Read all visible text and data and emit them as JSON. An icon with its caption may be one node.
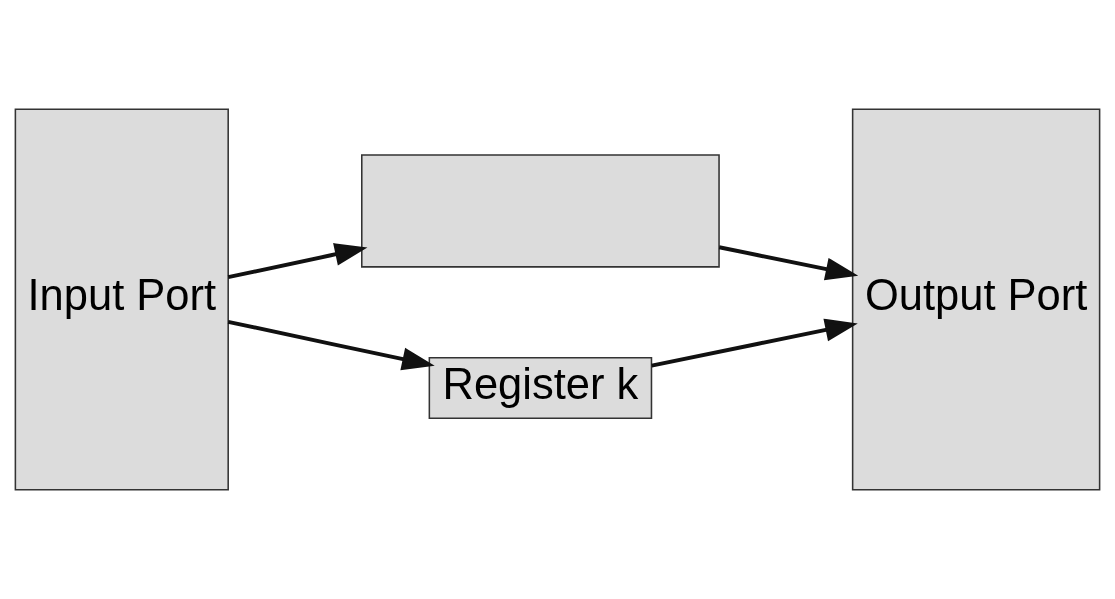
{
  "diagram": {
    "nodes": [
      {
        "text": [],
        "shape": "box"
      },
      {
        "text": [
          "Input Port"
        ]
      },
      {
        "text": [
          "Register k"
        ]
      },
      {
        "text": [
          "Output Port"
        ]
      }
    ],
    "edges": [
      {
        "from": 1,
        "to": 0,
        "arrow": "to"
      },
      {
        "from": 1,
        "to": 2,
        "arrow": "to"
      },
      {
        "from": 0,
        "to": 3,
        "arrow": "to"
      },
      {
        "from": 2,
        "to": 3,
        "arrow": "to"
      }
    ]
  }
}
